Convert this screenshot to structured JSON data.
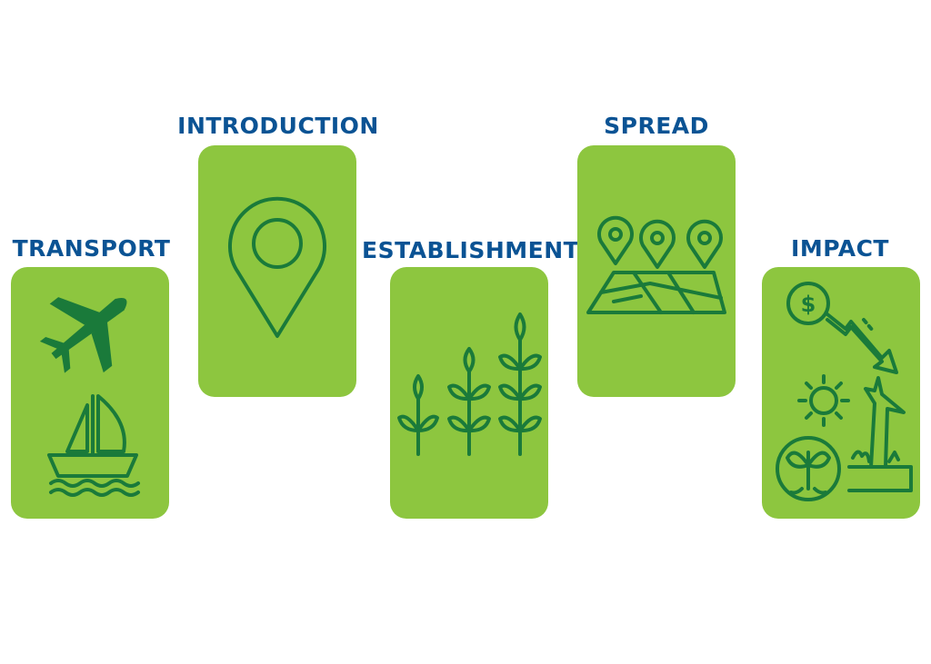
{
  "stages": [
    {
      "id": "transport",
      "label": "TRANSPORT",
      "icons": [
        "airplane-icon",
        "sailboat-icon"
      ]
    },
    {
      "id": "introduction",
      "label": "INTRODUCTION",
      "icons": [
        "location-pin-icon"
      ]
    },
    {
      "id": "establishment",
      "label": "ESTABLISHMENT",
      "icons": [
        "plant-sprouts-icon"
      ]
    },
    {
      "id": "spread",
      "label": "SPREAD",
      "icons": [
        "map-pins-icon"
      ]
    },
    {
      "id": "impact",
      "label": "IMPACT",
      "icons": [
        "money-decline-icon",
        "sun-icon",
        "dead-tree-icon",
        "blighted-plant-icon"
      ],
      "currency_symbol": "$"
    }
  ],
  "colors": {
    "label": "#0b5394",
    "card": "#8dc63f",
    "icon": "#1a7a3a",
    "background": "#ffffff"
  }
}
